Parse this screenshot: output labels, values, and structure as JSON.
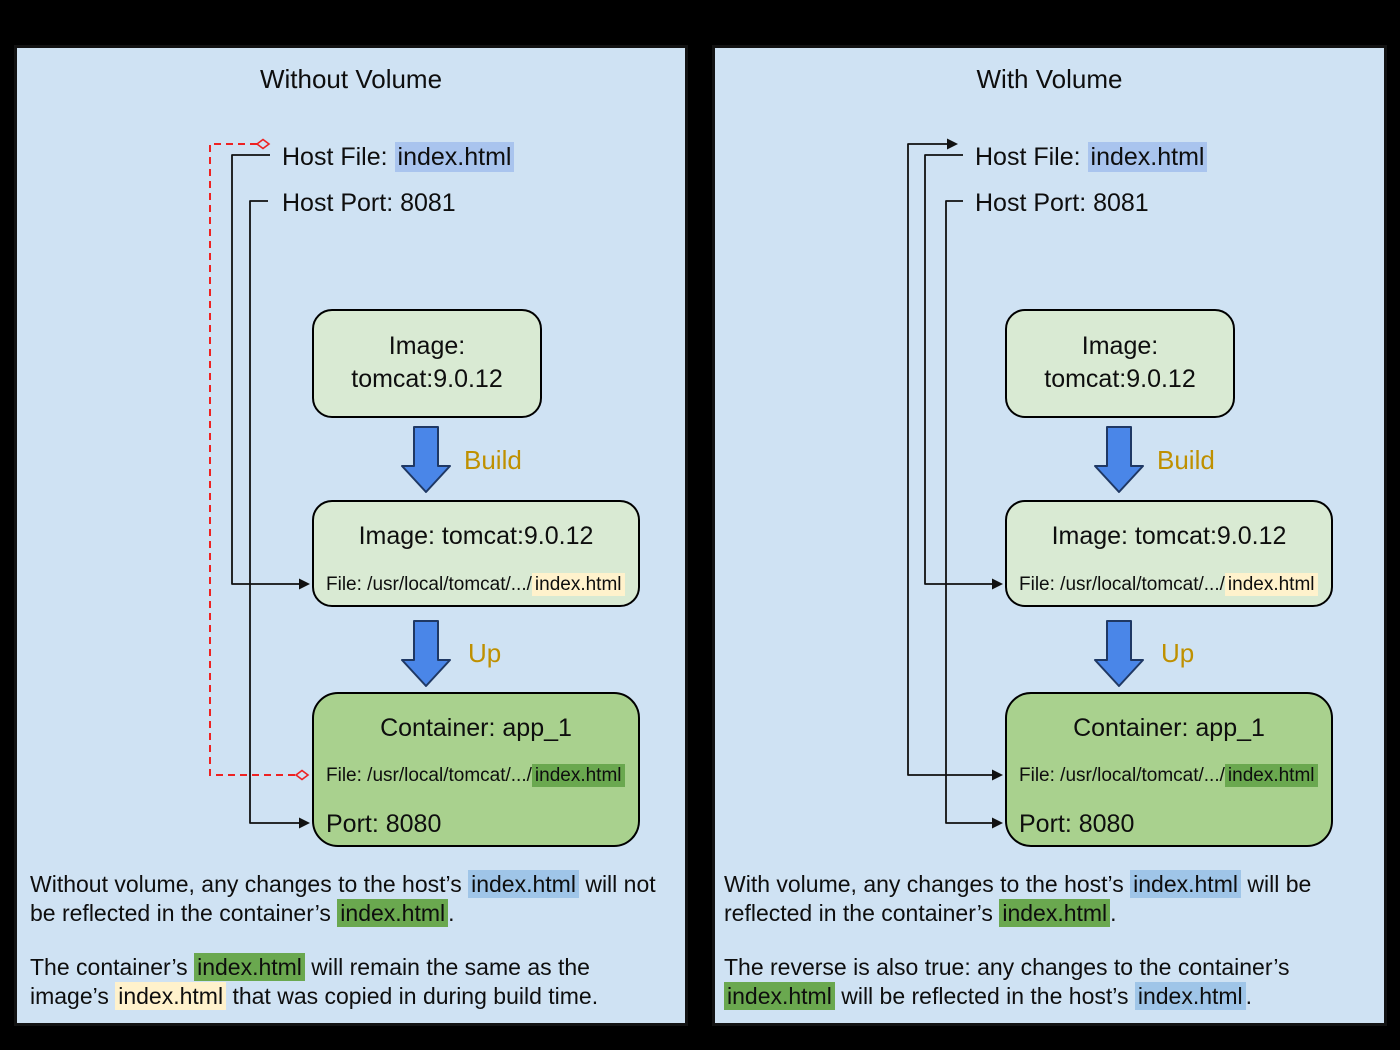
{
  "colors": {
    "background": "#000000",
    "panel_bg": "#cfe2f3",
    "panel_border": "#121212",
    "box_green_light": "#d9ead3",
    "box_green_medium": "#a9d18e",
    "hl_blue_header": "#a9c4ee",
    "hl_blue": "#9fc5e8",
    "hl_green": "#6aa84f",
    "hl_cream": "#fff2cc",
    "arrow_blue": "#4a86e8",
    "arrow_blue_border": "#1f3864",
    "label_orange": "#bf9000",
    "dashed_red": "#ee2222",
    "connector_black": "#111111"
  },
  "panels": [
    {
      "title": "Without Volume",
      "host_file_label": "Host File: ",
      "host_file_value": "index.html",
      "host_port": "Host Port: 8081",
      "image_box_line1": "Image:",
      "image_box_line2": "tomcat:9.0.12",
      "build_label": "Build",
      "built_box_title": "Image: tomcat:9.0.12",
      "built_box_file_prefix": "File: /usr/local/tomcat/.../",
      "built_box_file_value": "index.html",
      "up_label": "Up",
      "container_title": "Container: app_1",
      "container_file_prefix": "File: /usr/local/tomcat/.../",
      "container_file_value": "index.html",
      "container_port": "Port: 8080",
      "note1": [
        [
          {
            "t": "Without volume, any changes to the host’s "
          },
          {
            "t": "index.html",
            "h": "blue"
          },
          {
            "t": " will not"
          }
        ],
        [
          {
            "t": "be reflected in the container’s "
          },
          {
            "t": "index.html",
            "h": "green"
          },
          {
            "t": "."
          }
        ]
      ],
      "note2": [
        [
          {
            "t": "The container’s "
          },
          {
            "t": "index.html",
            "h": "green"
          },
          {
            "t": " will remain the same as the"
          }
        ],
        [
          {
            "t": "image’s "
          },
          {
            "t": "index.html",
            "h": "cream"
          },
          {
            "t": " that was copied in during build time."
          }
        ]
      ]
    },
    {
      "title": "With Volume",
      "host_file_label": "Host File: ",
      "host_file_value": "index.html",
      "host_port": "Host Port: 8081",
      "image_box_line1": "Image:",
      "image_box_line2": "tomcat:9.0.12",
      "build_label": "Build",
      "built_box_title": "Image: tomcat:9.0.12",
      "built_box_file_prefix": "File: /usr/local/tomcat/.../",
      "built_box_file_value": "index.html",
      "up_label": "Up",
      "container_title": "Container: app_1",
      "container_file_prefix": "File: /usr/local/tomcat/.../",
      "container_file_value": "index.html",
      "container_port": "Port: 8080",
      "note1": [
        [
          {
            "t": "With volume, any changes to the host’s "
          },
          {
            "t": "index.html",
            "h": "blue"
          },
          {
            "t": " will be"
          }
        ],
        [
          {
            "t": "reflected in the container’s "
          },
          {
            "t": "index.html",
            "h": "green"
          },
          {
            "t": "."
          }
        ]
      ],
      "note2": [
        [
          {
            "t": "The reverse is also true: any changes to the container’s "
          }
        ],
        [
          {
            "t": "index.html",
            "h": "green"
          },
          {
            "t": " will be reflected in the host’s "
          },
          {
            "t": "index.html",
            "h": "blue"
          },
          {
            "t": "."
          }
        ]
      ]
    }
  ]
}
